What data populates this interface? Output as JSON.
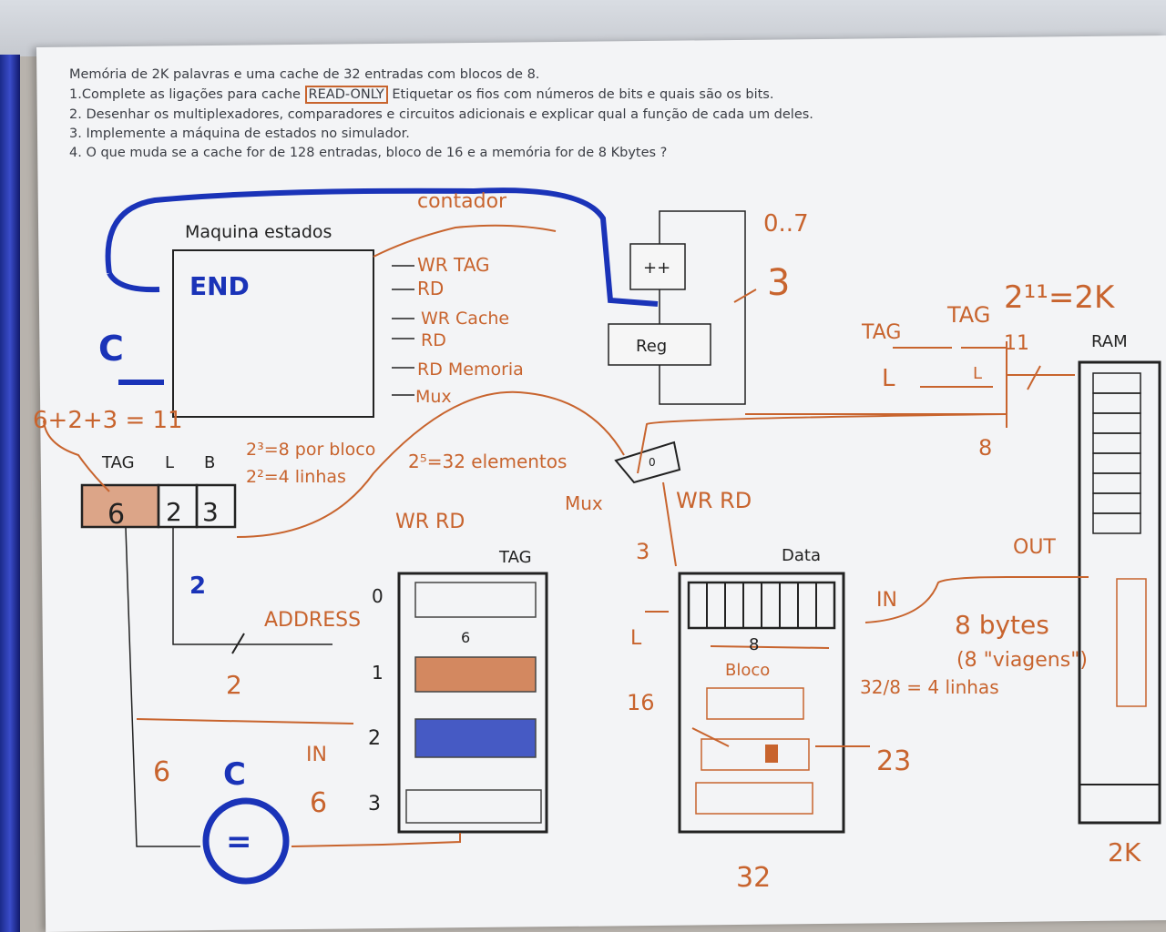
{
  "questions": [
    "Memória de 2K palavras e uma cache de 32 entradas com blocos de 8.",
    "1.Complete as ligações para cache ",
    "READ-ONLY",
    " Etiquetar os fios com números de bits e quais são os bits.",
    "2. Desenhar os multiplexadores, comparadores e circuitos adicionais e explicar qual a função de cada um deles.",
    "3. Implemente a máquina de estados no simulador.",
    "4. O que muda se a cache for de 128 entradas, bloco de 16 e a memória for de 8 Kbytes ?"
  ],
  "printed": {
    "state_machine": "Maquina estados",
    "increment": "++",
    "reg": "Reg",
    "ram": "RAM",
    "tag_table": "TAG",
    "data_table": "Data",
    "field_tag": "TAG",
    "field_l": "L",
    "field_b": "B"
  },
  "handwritten": {
    "end": "END",
    "c_input": "C",
    "c_compare": "C",
    "contador": "contador",
    "sm_outputs": [
      "WR TAG",
      "RD",
      "WR Cache",
      "RD",
      "RD Memoria",
      "Mux"
    ],
    "range": "0..7",
    "three_bits": "3",
    "tag_l_label_tag": "TAG",
    "tag_l_label_l": "L",
    "tag_top": "TAG",
    "pow_2k": "2¹¹=2K",
    "eleven": "11",
    "l_inner": "L",
    "eight": "8",
    "sum_bits": "6+2+3 = 11",
    "tag_value": "6",
    "l_value": "2",
    "b_value": "3",
    "per_block": "2³=8 por bloco",
    "lines": "2²=4 linhas",
    "elements": "2⁵=32 elementos",
    "mux": "Mux",
    "mux_zero": "0",
    "wr_rd_tag": "WR RD",
    "wr_rd_data": "WR RD",
    "three_mux": "3",
    "address": "ADDRESS",
    "two_a": "2",
    "two_blue": "2",
    "in_tag": "IN",
    "six_left": "6",
    "six_right": "6",
    "eq": "=",
    "tag_rows": [
      "0",
      "1",
      "2",
      "3"
    ],
    "tag_inner_6": "6",
    "l_data": "L",
    "bloco_8": "8",
    "bloco": "Bloco",
    "sixteen": "16",
    "twenty_three": "23",
    "fraction": "32/8 = 4 linhas",
    "thirty_two": "32",
    "in_data": "IN",
    "out": "OUT",
    "bytes": "8 bytes",
    "viagens": "(8 \"viagens\")",
    "two_k": "2K"
  },
  "colors": {
    "ink_orange": "#c8642e",
    "ink_blue": "#1a33b8",
    "print": "#222222",
    "paper": "#f3f4f6"
  }
}
